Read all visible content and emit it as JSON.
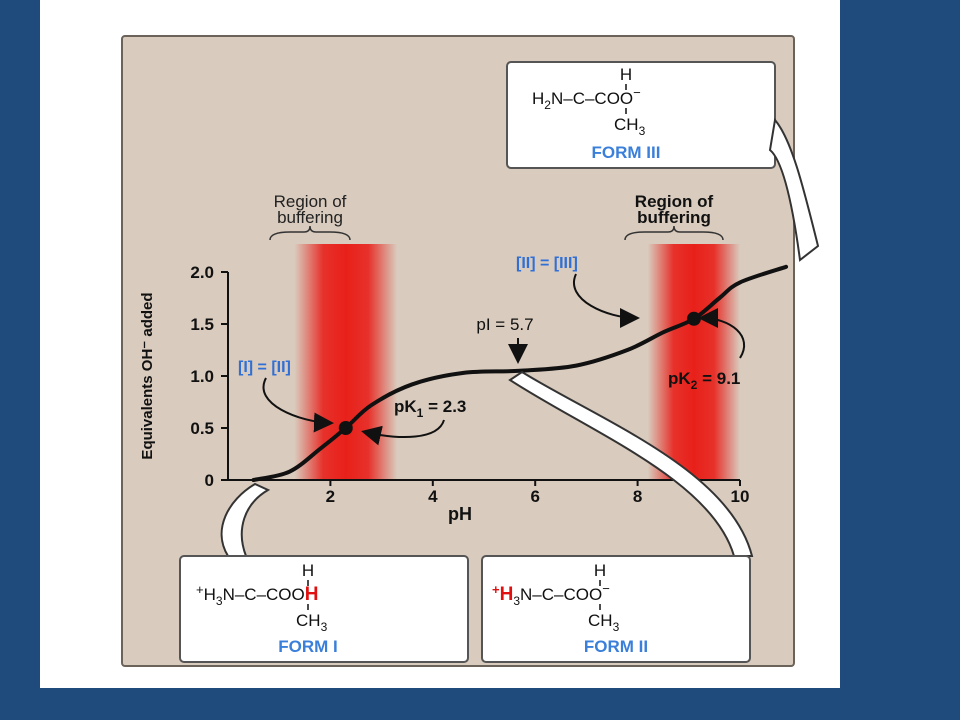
{
  "chart_data": {
    "type": "line",
    "xlabel": "pH",
    "ylabel": "Equivalents OH⁻ added",
    "xlim": [
      0,
      10
    ],
    "ylim": [
      0,
      2.0
    ],
    "x_ticks": [
      "2",
      "4",
      "6",
      "8",
      "10"
    ],
    "y_ticks": [
      "0",
      "0.5",
      "1.0",
      "1.5",
      "2.0"
    ],
    "series": [
      {
        "values": [
          {
            "x": 0.5,
            "y": 0.0
          },
          {
            "x": 1.2,
            "y": 0.08
          },
          {
            "x": 1.8,
            "y": 0.3
          },
          {
            "x": 2.3,
            "y": 0.5
          },
          {
            "x": 2.8,
            "y": 0.72
          },
          {
            "x": 3.6,
            "y": 0.92
          },
          {
            "x": 4.6,
            "y": 1.03
          },
          {
            "x": 5.7,
            "y": 1.05
          },
          {
            "x": 6.8,
            "y": 1.1
          },
          {
            "x": 7.8,
            "y": 1.25
          },
          {
            "x": 8.5,
            "y": 1.42
          },
          {
            "x": 9.1,
            "y": 1.55
          },
          {
            "x": 9.6,
            "y": 1.75
          },
          {
            "x": 10.0,
            "y": 1.9
          },
          {
            "x": 10.9,
            "y": 2.05
          }
        ]
      }
    ],
    "points": [
      {
        "x": 2.3,
        "y": 0.5
      },
      {
        "x": 9.1,
        "y": 1.55
      }
    ],
    "buffer_bands": [
      {
        "x_from": 1.3,
        "x_to": 3.3,
        "label_1": "Region of",
        "label_2": "buffering"
      },
      {
        "x_from": 8.2,
        "x_to": 10.0,
        "label_1": "Region of",
        "label_2": "buffering"
      }
    ],
    "annotations": {
      "pi": "pI = 5.7",
      "pk1_text": "pK",
      "pk1_sub": "1",
      "pk1_value": " = 2.3",
      "pk2_text": "pK",
      "pk2_sub": "2",
      "pk2_value": " = 9.1",
      "eq1": "[I] = [II]",
      "eq2": "[II] = [III]"
    }
  },
  "forms": {
    "form1": {
      "label": "FORM I",
      "h_top": "H",
      "plus": "+",
      "h3n": "H",
      "sub3": "3",
      "n_c": "N–C–COO",
      "acid_h": "H",
      "ch3": "CH",
      "sub_ch3": "3"
    },
    "form2": {
      "label": "FORM  II",
      "h_top": "H",
      "plus": "+",
      "red_h": "H",
      "sub3": "3",
      "n_c": "N–C–COO",
      "minus": "−",
      "ch3": "CH",
      "sub_ch3": "3"
    },
    "form3": {
      "label": "FORM III",
      "h_top": "H",
      "h2": "H",
      "sub2": "2",
      "n_c": "N–C–COO",
      "minus": "−",
      "ch3": "CH",
      "sub_ch3": "3"
    }
  },
  "colors": {
    "slide_bg": "#1f4a7c",
    "panel_bg": "#d9cbbd",
    "band": "#e8201a",
    "form_blue": "#3a7fd9",
    "eq_blue": "#2f6fd6"
  }
}
